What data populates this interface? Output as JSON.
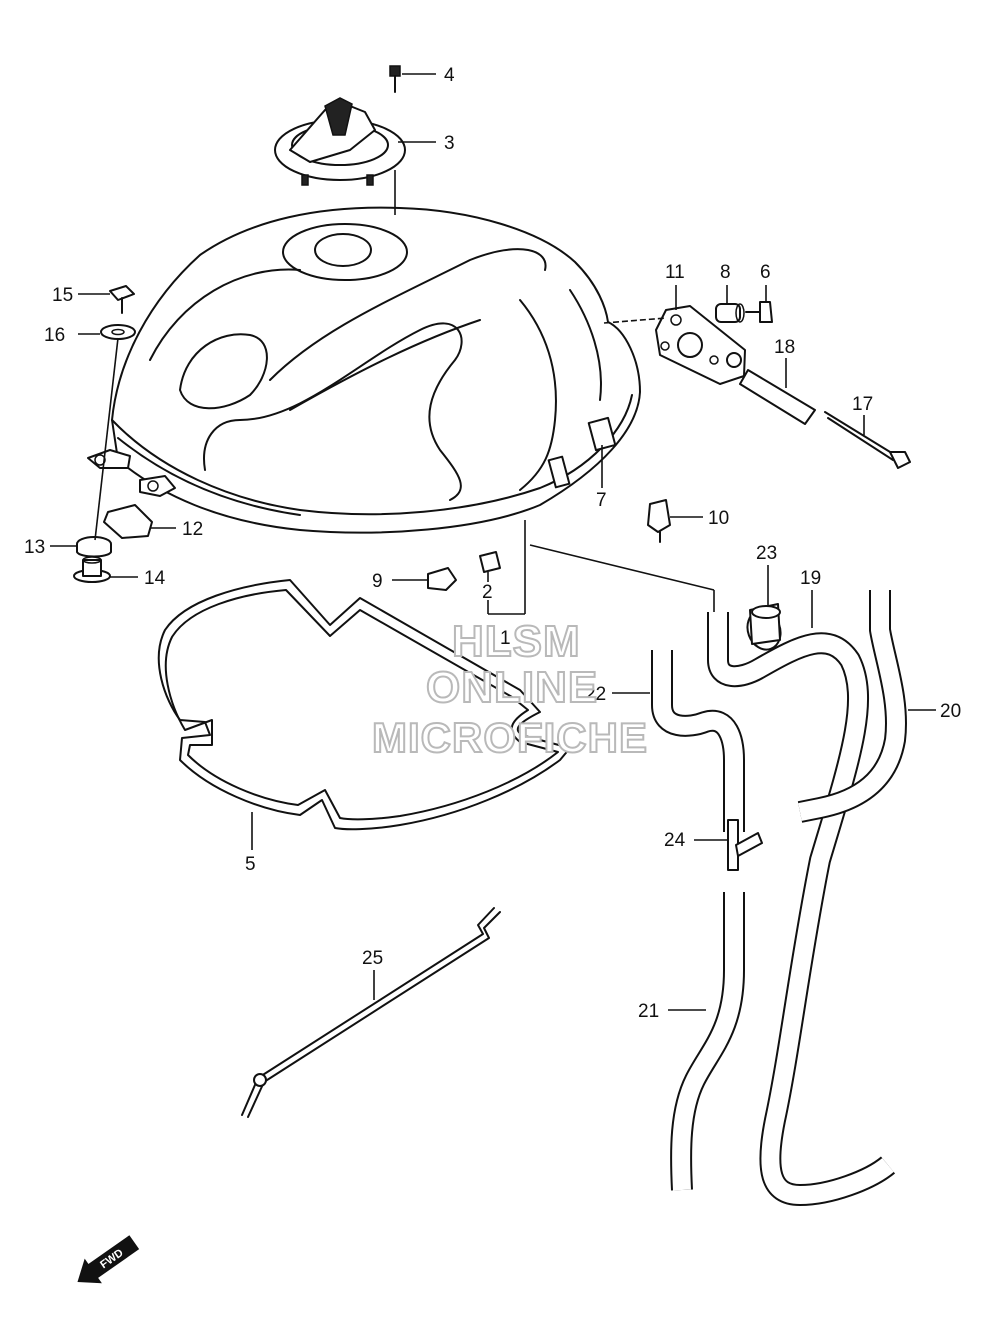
{
  "callouts": {
    "n1": "1",
    "n2": "2",
    "n3": "3",
    "n4": "4",
    "n5": "5",
    "n6": "6",
    "n7": "7",
    "n8": "8",
    "n9": "9",
    "n10": "10",
    "n11": "11",
    "n12": "12",
    "n13": "13",
    "n14": "14",
    "n15": "15",
    "n16": "16",
    "n17": "17",
    "n18": "18",
    "n19": "19",
    "n20": "20",
    "n21": "21",
    "n22": "22",
    "n23": "23",
    "n24": "24",
    "n25": "25"
  },
  "watermark": {
    "line1": "HLSM",
    "line2": "ONLINE",
    "line3": "MICROFICHE"
  },
  "direction_badge": "FWD"
}
